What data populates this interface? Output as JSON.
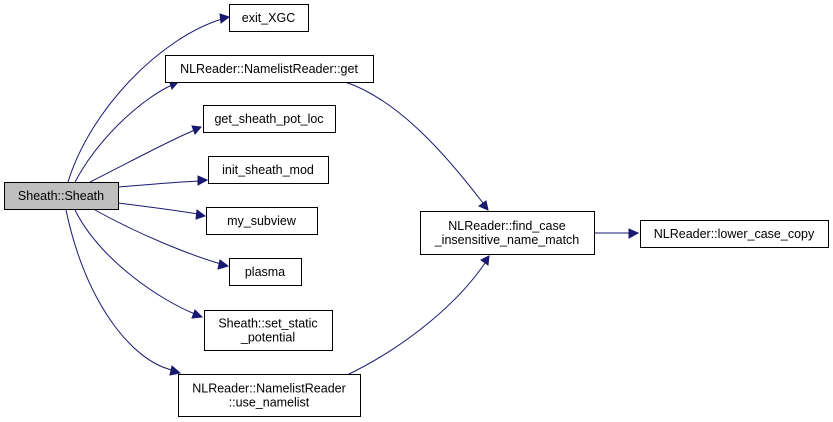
{
  "graph": {
    "nodes": {
      "sheath": {
        "lines": [
          "Sheath::Sheath"
        ]
      },
      "exit_xgc": {
        "lines": [
          "exit_XGC"
        ]
      },
      "nl_get": {
        "lines": [
          "NLReader::NamelistReader::get"
        ]
      },
      "get_sheath_pot_loc": {
        "lines": [
          "get_sheath_pot_loc"
        ]
      },
      "init_sheath_mod": {
        "lines": [
          "init_sheath_mod"
        ]
      },
      "my_subview": {
        "lines": [
          "my_subview"
        ]
      },
      "plasma": {
        "lines": [
          "plasma"
        ]
      },
      "set_static_potential": {
        "lines": [
          "Sheath::set_static",
          "_potential"
        ]
      },
      "use_namelist": {
        "lines": [
          "NLReader::NamelistReader",
          "::use_namelist"
        ]
      },
      "find_case": {
        "lines": [
          "NLReader::find_case",
          "_insensitive_name_match"
        ]
      },
      "lower_case_copy": {
        "lines": [
          "NLReader::lower_case_copy"
        ]
      }
    },
    "edges": [
      [
        "sheath",
        "exit_xgc"
      ],
      [
        "sheath",
        "nl_get"
      ],
      [
        "sheath",
        "get_sheath_pot_loc"
      ],
      [
        "sheath",
        "init_sheath_mod"
      ],
      [
        "sheath",
        "my_subview"
      ],
      [
        "sheath",
        "plasma"
      ],
      [
        "sheath",
        "set_static_potential"
      ],
      [
        "sheath",
        "use_namelist"
      ],
      [
        "nl_get",
        "find_case"
      ],
      [
        "use_namelist",
        "find_case"
      ],
      [
        "find_case",
        "lower_case_copy"
      ]
    ],
    "colors": {
      "edge": "#191970",
      "root_fill": "#bfbfbf",
      "node_fill": "#ffffff",
      "border": "#000000"
    }
  }
}
